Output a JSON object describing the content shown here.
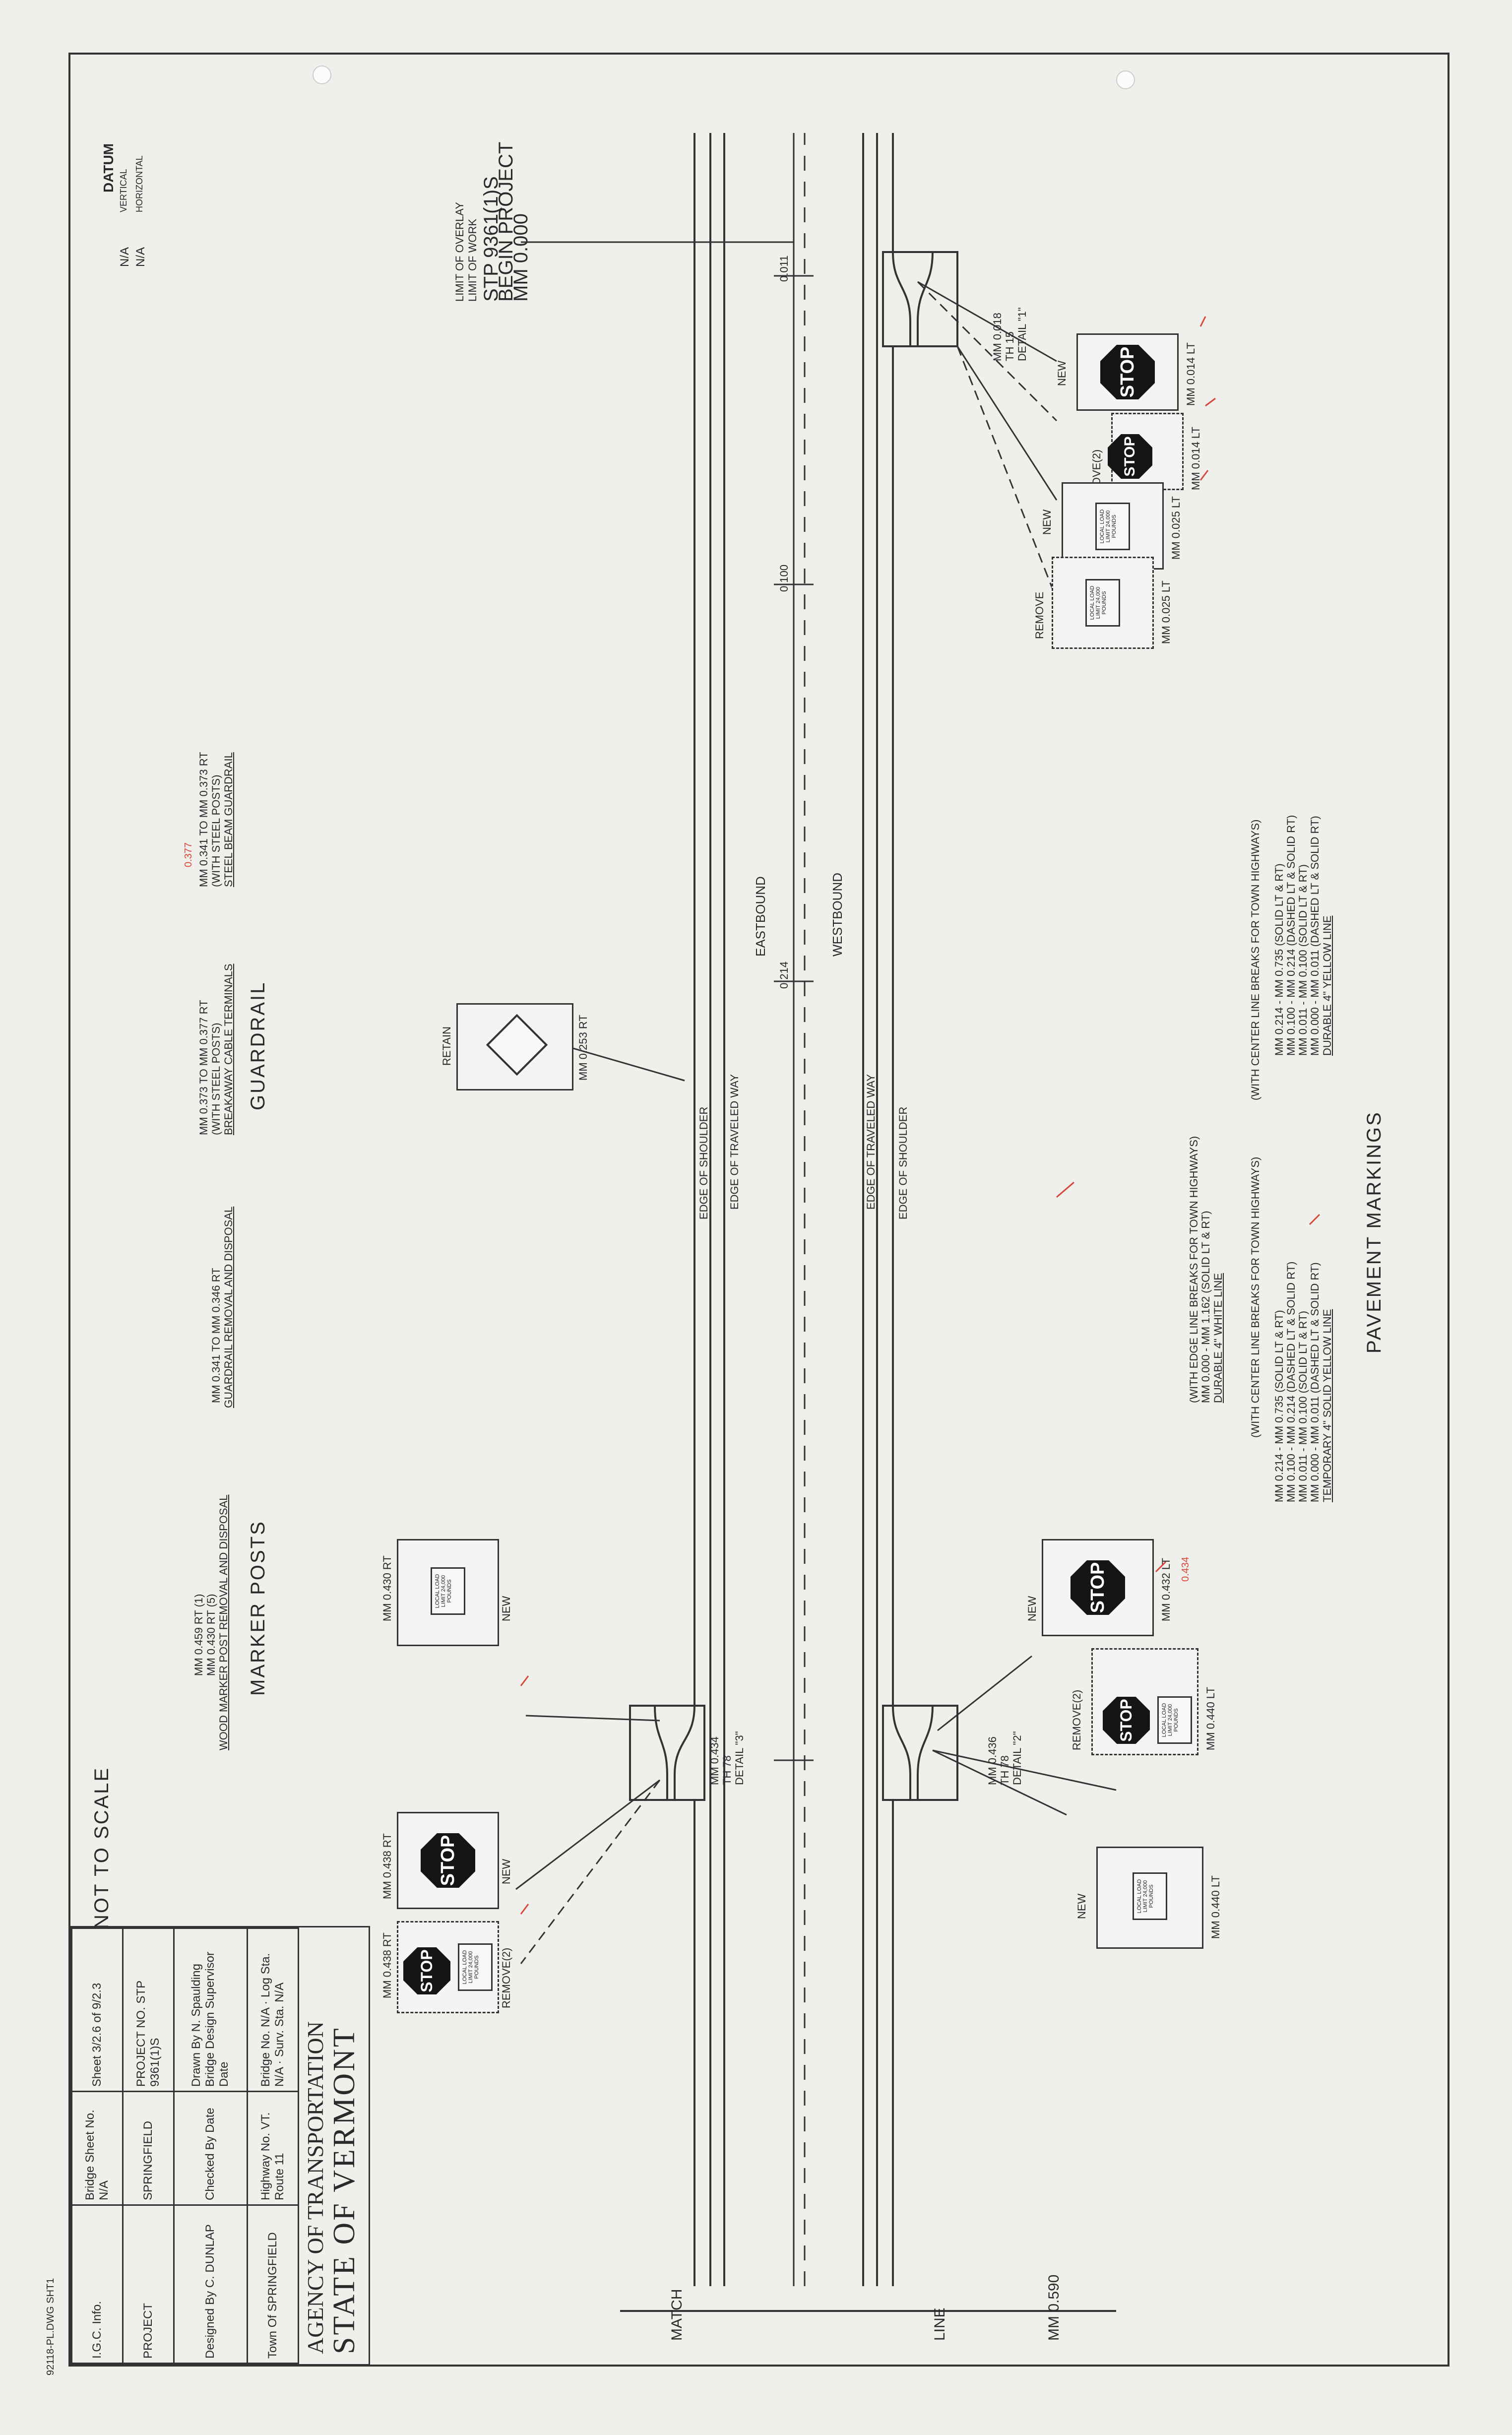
{
  "file_label": "92118-PL.DWG SHT1",
  "datum": {
    "title": "DATUM",
    "vertical_label": "VERTICAL",
    "vertical_value": "N/A",
    "horizontal_label": "HORIZONTAL",
    "horizontal_value": "N/A"
  },
  "begin_project": {
    "mm": "MM 0.000",
    "line1": "BEGIN PROJECT",
    "line2": "STP 9361(1)S",
    "line3": "LIMIT OF WORK",
    "line4": "LIMIT OF OVERLAY"
  },
  "stations": {
    "s1": "0.011",
    "s2": "0.100",
    "s3": "0.214"
  },
  "road": {
    "westbound": "WESTBOUND",
    "eastbound": "EASTBOUND",
    "edge_shoulder_top": "EDGE OF SHOULDER",
    "edge_traveled_top": "EDGE OF TRAVELED WAY",
    "edge_traveled_bottom": "EDGE OF TRAVELED WAY",
    "edge_shoulder_bottom": "EDGE OF SHOULDER"
  },
  "detail1": {
    "l1": "DETAIL \"1\"",
    "l2": "TH 15",
    "l3": "MM 0.018"
  },
  "detail2": {
    "l1": "DETAIL \"2\"",
    "l2": "TH 78",
    "l3": "MM 0.436"
  },
  "detail3": {
    "l1": "DETAIL \"3\"",
    "l2": "TH 78",
    "l3": "MM 0.434"
  },
  "signs": {
    "s1": {
      "mm": "MM 0.014 LT",
      "status": "NEW",
      "stop": "STOP"
    },
    "s2": {
      "mm": "MM 0.014 LT",
      "status": "REMOVE(2)",
      "stop": "STOP"
    },
    "s3": {
      "mm": "MM 0.025 LT",
      "status": "NEW"
    },
    "s4": {
      "mm": "MM 0.025 LT",
      "status": "REMOVE"
    },
    "s5": {
      "mm": "MM 0.253 RT",
      "status": "RETAIN"
    },
    "s6": {
      "mm": "MM 0.432 LT",
      "mm_hand": "0.434",
      "status": "NEW",
      "stop": "STOP"
    },
    "s7": {
      "mm": "MM 0.440 LT",
      "status": "REMOVE(2)",
      "stop": "STOP"
    },
    "s8": {
      "mm": "MM 0.440 LT",
      "status": "NEW"
    },
    "s9": {
      "mm": "MM 0.430 RT",
      "status": "NEW"
    },
    "s10": {
      "mm": "MM 0.438 RT",
      "status": "NEW",
      "stop": "STOP"
    },
    "s11": {
      "mm": "MM 0.438 RT",
      "status": "REMOVE(2)",
      "stop": "STOP"
    },
    "weight_plaque": "LOCAL LOAD LIMIT 24,000 POUNDS"
  },
  "pavement": {
    "title": "PAVEMENT MARKINGS",
    "yellow_title": "DURABLE 4\" YELLOW LINE",
    "yellow_lines": [
      "MM 0.000 - MM 0.011 (DASHED LT & SOLID RT)",
      "MM 0.011 - MM 0.100 (SOLID LT & RT)",
      "MM 0.100 - MM 0.214 (DASHED LT & SOLID RT)",
      "MM 0.214 - MM 0.735 (SOLID LT & RT)"
    ],
    "yellow_note": "(WITH CENTER LINE BREAKS FOR TOWN HIGHWAYS)",
    "temp_title": "TEMPORARY 4\" SOLID YELLOW LINE",
    "temp_lines": [
      "MM 0.000 - MM 0.011 (DASHED LT & SOLID RT)",
      "MM 0.011 - MM 0.100 (SOLID LT & RT)",
      "MM 0.100 - MM 0.214 (DASHED LT & SOLID RT)",
      "MM 0.214 - MM 0.735 (SOLID LT & RT)"
    ],
    "temp_note": "(WITH CENTER LINE BREAKS FOR TOWN HIGHWAYS)",
    "white_title": "DURABLE 4\" WHITE LINE",
    "white_lines": [
      "MM 0.000 - MM 1.162 (SOLID LT & RT)",
      "(WITH EDGE LINE BREAKS FOR TOWN HIGHWAYS)"
    ]
  },
  "guardrail": {
    "title": "GUARDRAIL",
    "item1_title": "STEEL BEAM GUARDRAIL",
    "item1_l1": "(WITH STEEL POSTS)",
    "item1_l2": "MM 0.341 TO MM 0.373 RT",
    "item1_hand": "0.377",
    "item2_title": "BREAKAWAY CABLE TERMINALS",
    "item2_l1": "(WITH STEEL POSTS)",
    "item2_l2": "MM 0.373 TO MM 0.377 RT",
    "item3_title": "GUARDRAIL REMOVAL AND DISPOSAL",
    "item3_l1": "MM 0.341 TO MM 0.346 RT"
  },
  "marker_posts": {
    "title": "MARKER POSTS",
    "item_title": "WOOD MARKER POST REMOVAL AND DISPOSAL",
    "l1": "MM 0.430 RT (5)",
    "l2": "MM 0.459 RT (1)"
  },
  "match_line": {
    "left": "MATCH",
    "right": "LINE",
    "mm": "MM 0.590"
  },
  "not_to_scale": "NOT TO SCALE",
  "title_block": {
    "state": "STATE OF VERMONT",
    "agency": "AGENCY OF TRANSPORTATION",
    "town_label": "Town Of",
    "town": "SPRINGFIELD",
    "bridge_no_label": "Bridge No.",
    "bridge_no": "N/A",
    "highway_label": "Highway No.",
    "highway": "VT. Route 11",
    "log_sta_label": "Log Sta.",
    "log_sta": "N/A",
    "surv_sta_label": "Surv. Sta.",
    "surv_sta": "N/A",
    "designed_label": "Designed By",
    "designed": "C. DUNLAP",
    "drawn_label": "Drawn By",
    "drawn": "N. Spaulding",
    "checked_label": "Checked By",
    "date_label": "Date",
    "supervisor_label": "Bridge Design Supervisor",
    "date2_label": "Date",
    "project_label": "PROJECT",
    "project": "SPRINGFIELD",
    "project_no_label": "PROJECT NO.",
    "project_no": "STP 9361(1)S",
    "lgc_label": "I.G.C. Info.",
    "bridge_sheet_label": "Bridge Sheet No.",
    "bridge_sheet": "N/A",
    "sheet_label": "Sheet",
    "sheet": "3/2.6 of 9/2.3"
  }
}
